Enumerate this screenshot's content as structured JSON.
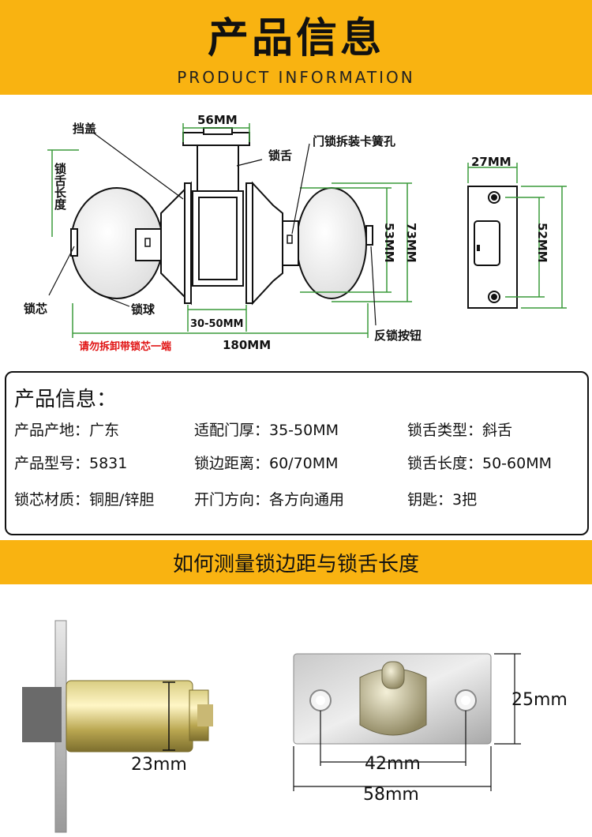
{
  "header": {
    "title": "产品信息",
    "subtitle": "PRODUCT INFORMATION"
  },
  "diagram": {
    "dim_56": "56MM",
    "dim_27": "27MM",
    "dim_53": "53MM",
    "dim_73": "73MM",
    "dim_52": "52MM",
    "dim_30_50": "30-50MM",
    "dim_180": "180MM",
    "label_cover": "挡盖",
    "label_latch": "锁舌",
    "label_spring_hole": "门锁拆装卡簧孔",
    "label_latch_length": "锁舌长度",
    "label_core": "锁芯",
    "label_ball": "锁球",
    "label_lock_button": "反锁按钮",
    "warning": "请勿拆卸带锁芯一端"
  },
  "info": {
    "title": "产品信息：",
    "rows": [
      [
        "产品产地：广东",
        "适配门厚：35-50MM",
        "锁舌类型：斜舌"
      ],
      [
        "产品型号：5831",
        "锁边距离：60/70MM",
        "锁舌长度：50-60MM"
      ],
      [
        "锁芯材质：铜胆/锌胆",
        "开门方向：各方向通用",
        "钥匙：3把"
      ]
    ]
  },
  "measure": {
    "title": "如何测量锁边距与锁舌长度",
    "latch_dim": "23mm",
    "plate_height": "25mm",
    "hole_spacing": "42mm",
    "plate_width": "58mm"
  }
}
